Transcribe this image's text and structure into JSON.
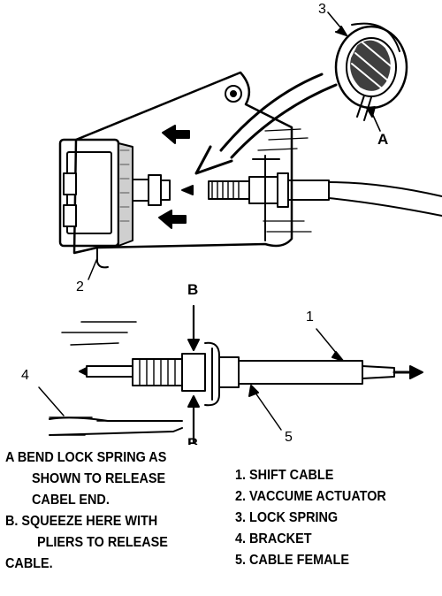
{
  "callouts": {
    "c1": "1",
    "c2": "2",
    "c3": "3",
    "c4": "4",
    "c5": "5",
    "cA": "A",
    "cB_top": "B",
    "cB_bottom": "B"
  },
  "instructions": [
    "A BEND LOCK SPRING AS",
    "SHOWN TO RELEASE",
    "CABEL END.",
    "B. SQUEEZE HERE WITH",
    "PLIERS TO RELEASE",
    "CABLE."
  ],
  "legend": [
    "1. SHIFT CABLE",
    "2. VACCUME ACTUATOR",
    "3. LOCK SPRING",
    "4. BRACKET",
    "5. CABLE FEMALE"
  ]
}
